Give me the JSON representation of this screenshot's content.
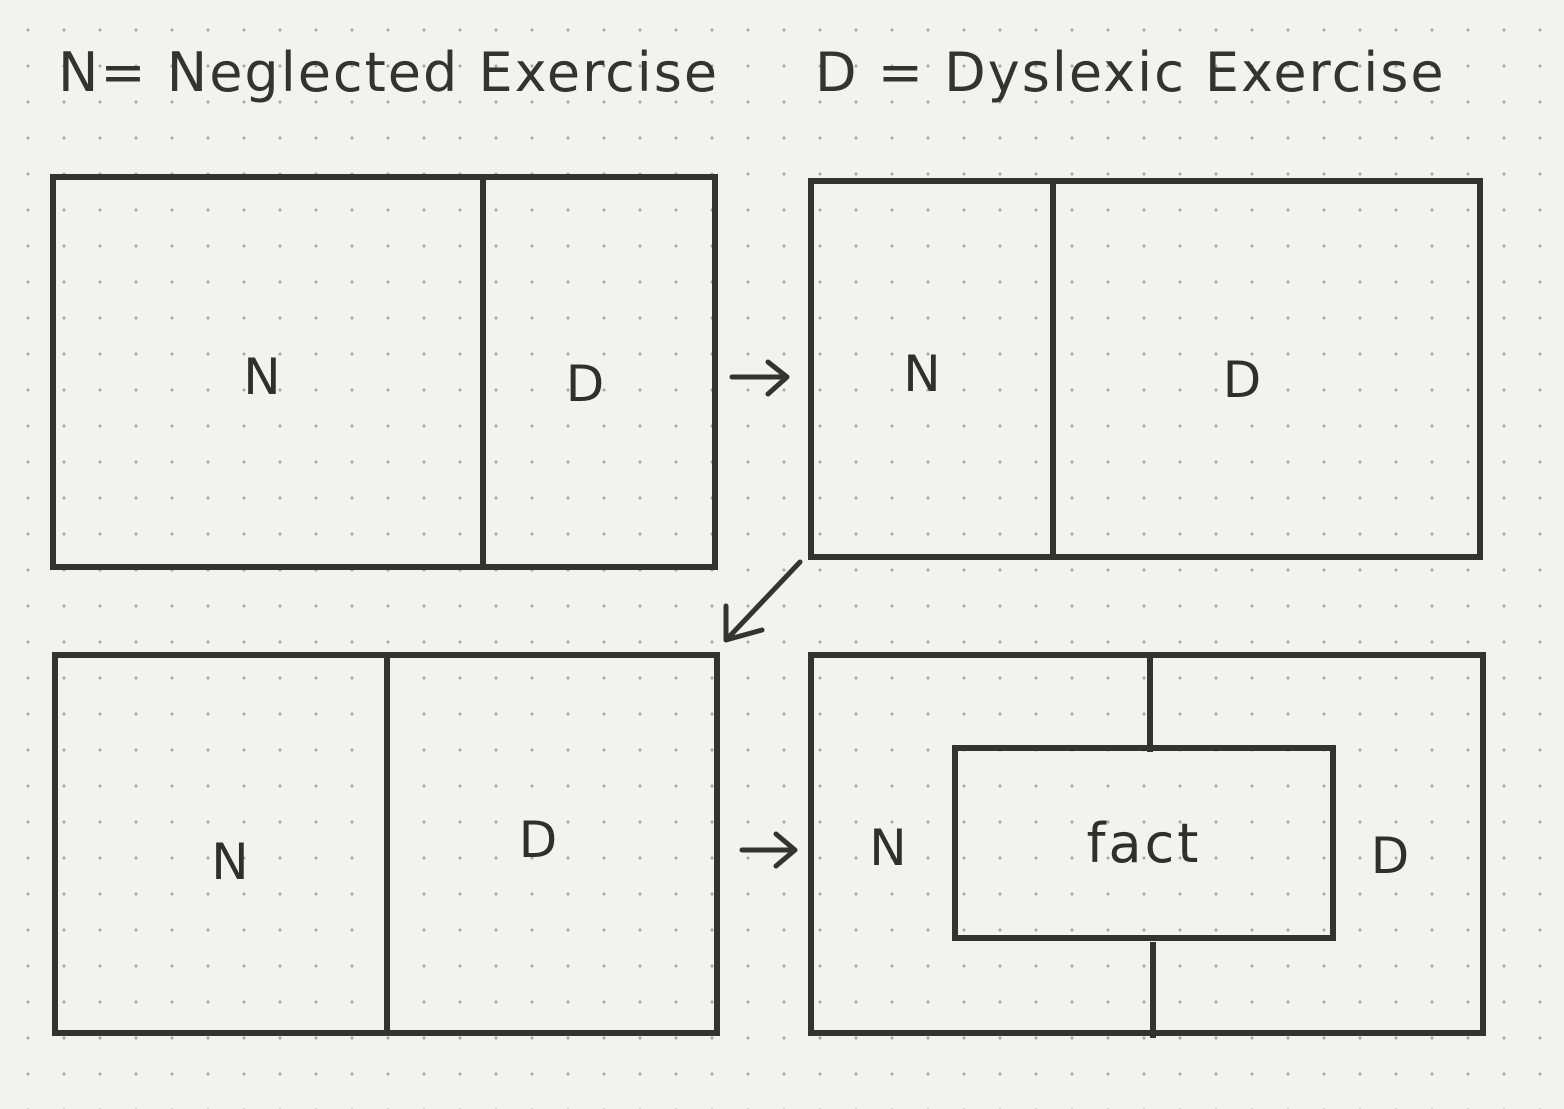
{
  "legend": {
    "neglected": "N= Neglected Exercise",
    "dyslexic": "D = Dyslexic Exercise"
  },
  "panels": [
    {
      "left": "N",
      "right": "D"
    },
    {
      "left": "N",
      "right": "D"
    },
    {
      "left": "N",
      "right": "D"
    },
    {
      "left": "N",
      "center": "fact",
      "right": "D"
    }
  ],
  "colors": {
    "ink": "#333431",
    "paper": "#f3f2ee",
    "dots": "#a9a9a4"
  }
}
